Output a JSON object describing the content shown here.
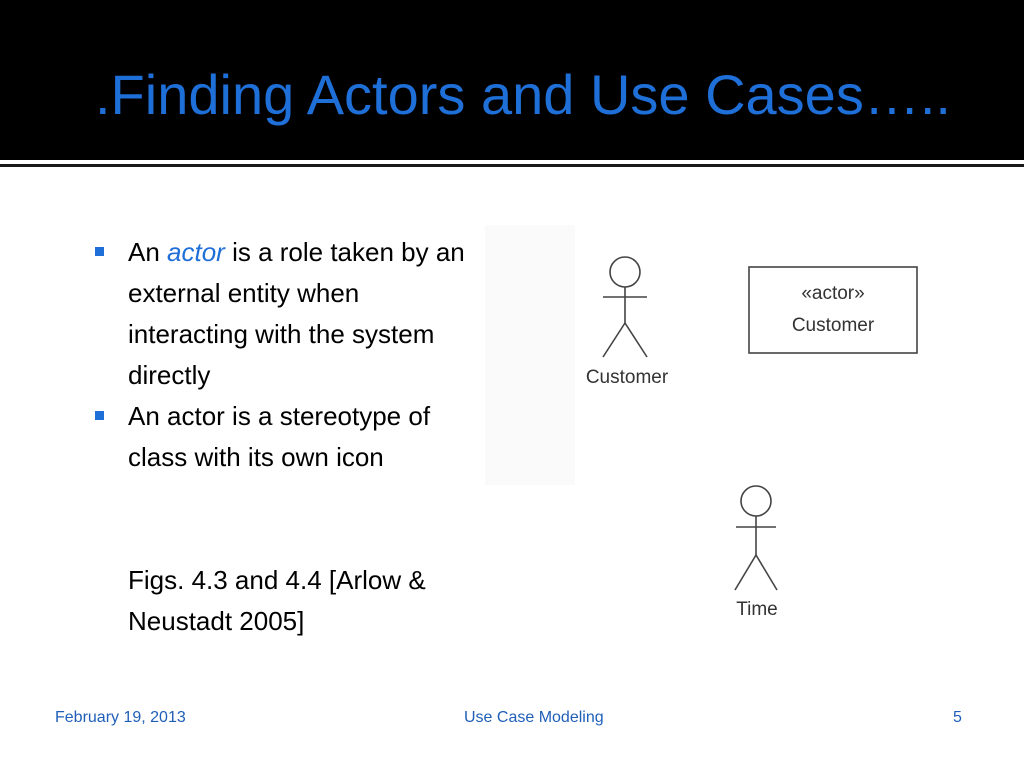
{
  "slide": {
    "title": ".Finding Actors and Use Cases…..",
    "bullets": [
      {
        "pre": "An ",
        "em": "actor",
        "post": " is a role taken by an external entity when interacting with the system directly"
      },
      {
        "text": "An actor is a stereotype of class with its own icon"
      }
    ],
    "reference": "Figs. 4.3 and 4.4 [Arlow & Neustadt 2005]"
  },
  "figure": {
    "actors": [
      {
        "label": "Customer",
        "icon": "stick-figure-icon"
      },
      {
        "label": "Time",
        "icon": "stick-figure-icon"
      }
    ],
    "class_box": {
      "stereotype": "«actor»",
      "name": "Customer"
    }
  },
  "footer": {
    "date": "February 19, 2013",
    "center": "Use Case Modeling",
    "page": "5"
  },
  "colors": {
    "accent": "#1f6fd8",
    "title_bar": "#000000"
  }
}
